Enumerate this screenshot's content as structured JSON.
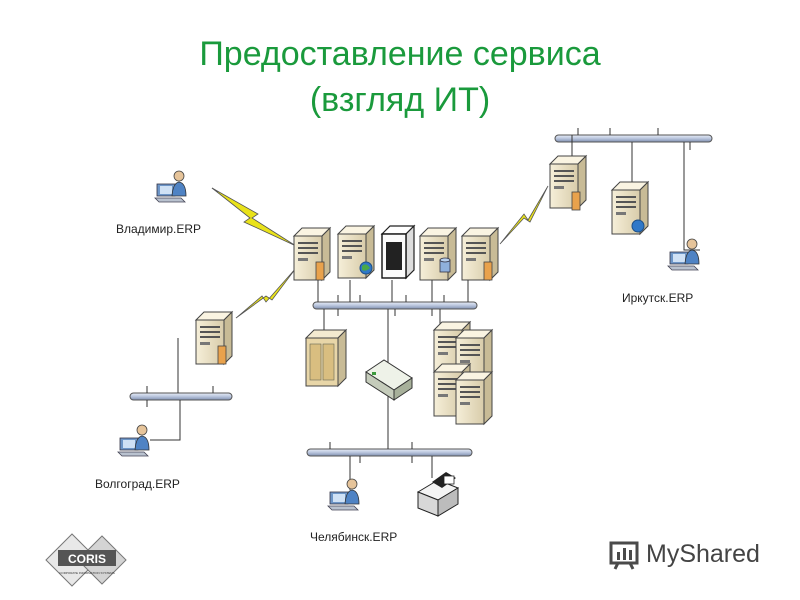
{
  "title": {
    "line1": "Предоставление сервиса",
    "line2": "(взгляд ИТ)"
  },
  "sites": {
    "vladimir": "Владимир.ERP",
    "irkutsk": "Иркутск.ERP",
    "volgograd": "Волгоград.ERP",
    "chelyabinsk": "Челябинск.ERP"
  },
  "logo": {
    "coris_name": "CORIS",
    "coris_sub": "CORPORATE INFORMATION SYSTEMS"
  },
  "watermark": {
    "text": "MyShared"
  },
  "colors": {
    "title": "#1a9a3c",
    "bus": "#c9d2e6",
    "link": "#e9e21a",
    "server": "#eee3c6"
  }
}
